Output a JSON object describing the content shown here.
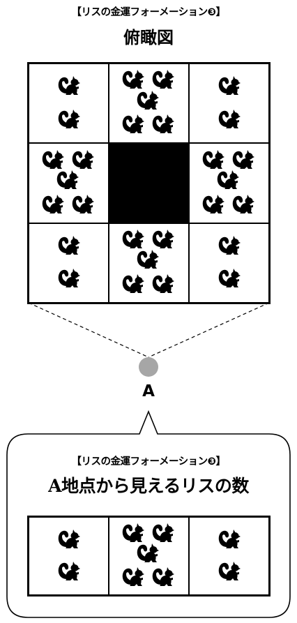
{
  "top": {
    "header": "【リスの金運フォーメーション❸】",
    "title": "俯瞰図"
  },
  "grid": {
    "counts": [
      2,
      5,
      2,
      5,
      0,
      5,
      2,
      5,
      2
    ],
    "center_filled": true,
    "icon": "squirrel-icon"
  },
  "viewpoint": {
    "label": "A",
    "marker_color": "#a6a6a6"
  },
  "bubble": {
    "header": "【リスの金運フォーメーション❸】",
    "title": "A地点から見えるリスの数",
    "counts": [
      2,
      5,
      2
    ]
  }
}
